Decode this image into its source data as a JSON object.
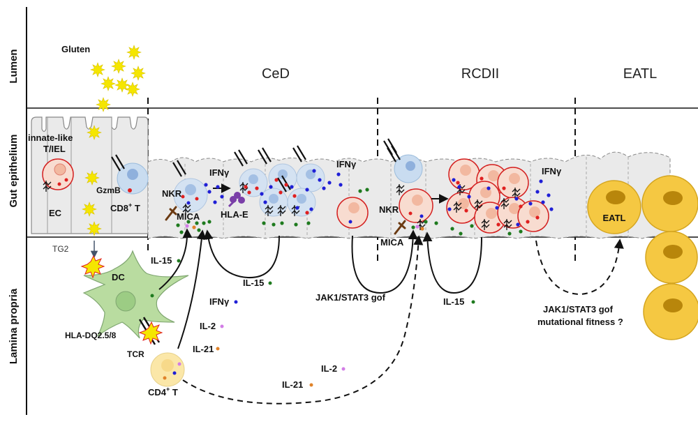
{
  "zones": {
    "lumen": "Lumen",
    "epithelium": "Gut epithelium",
    "lamina": "Lamina propria"
  },
  "stages": {
    "ced": "CeD",
    "rcdii": "RCDII",
    "eatl": "EATL"
  },
  "labels": {
    "gluten": "Gluten",
    "innate_like_1": "innate-like",
    "innate_like_2": "T/IEL",
    "ec": "EC",
    "gzmb": "GzmB",
    "cd8": "CD8",
    "cd8_sup": "+",
    "cd8_tail": " T",
    "tg2": "TG2",
    "dc": "DC",
    "hla_dq": "HLA-DQ2.5/8",
    "tcr": "TCR",
    "cd4": "CD4",
    "cd4_sup": "+",
    "cd4_tail": " T",
    "nkr_1": "NKR",
    "mica_1": "MICA",
    "ifng_1": "IFNγ",
    "hla_e": "HLA-E",
    "ifng_2": "IFNγ",
    "il15_dc": "IL-15",
    "il15_ced": "IL-15",
    "ifng_cd4": "IFNγ",
    "il2_cd4": "IL-2",
    "il21_cd4": "IL-21",
    "il2_dash": "IL-2",
    "il21_dash": "IL-21",
    "jak_ced": "JAK1/STAT3 gof",
    "nkr_2": "NKR",
    "mica_2": "MICA",
    "il15_rcd": "IL-15",
    "ifng_rcd": "IFNγ",
    "eatl_cell": "EATL",
    "jak_eatl_1": "JAK1/STAT3 gof",
    "jak_eatl_2": "mutational fitness ?"
  },
  "colors": {
    "gluten": "#f5e600",
    "ifng_dot": "#1f1fd6",
    "il15_dot": "#1e7a1e",
    "il2_dot": "#d27de6",
    "il21_dot": "#e0832a",
    "granzyme_dot": "#e02020",
    "dc_fill": "#b9dca0",
    "cd4_fill": "#fbe7a8",
    "eatl_fill": "#f5c842",
    "iel_fill": "#f8dcd0",
    "cd8_fill": "#c9dcf0",
    "epithelium": "#eaeaea"
  },
  "icons": [
    "gluten-star",
    "tcr-receptor",
    "nkr-receptor",
    "mica-ligand",
    "hla-e-ligand",
    "cytokine-dot"
  ]
}
